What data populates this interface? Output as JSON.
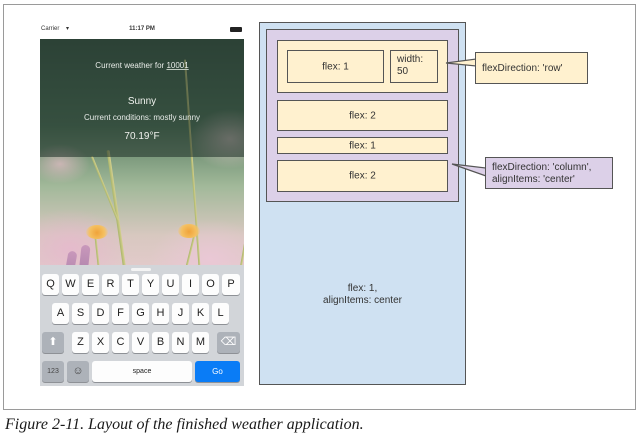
{
  "phone": {
    "status_bar": {
      "carrier": "Carrier",
      "wifi_icon": "wifi-icon",
      "time": "11:17 PM",
      "battery_icon": "battery-icon"
    },
    "weather": {
      "prompt_label": "Current weather for",
      "zip_value": "10001",
      "condition": "Sunny",
      "description": "Current conditions: mostly sunny",
      "temperature": "70.19°F"
    },
    "keyboard": {
      "row1": [
        "Q",
        "W",
        "E",
        "R",
        "T",
        "Y",
        "U",
        "I",
        "O",
        "P"
      ],
      "row2": [
        "A",
        "S",
        "D",
        "F",
        "G",
        "H",
        "J",
        "K",
        "L"
      ],
      "row3": [
        "Z",
        "X",
        "C",
        "V",
        "B",
        "N",
        "M"
      ],
      "shift_icon": "shift-icon",
      "delete_icon": "delete-icon",
      "numbers_label": "123",
      "emoji_icon": "emoji-icon",
      "space_label": "space",
      "go_label": "Go"
    }
  },
  "diagram": {
    "outer_label_line1": "flex: 1,",
    "outer_label_line2": "alignItems: center",
    "row_box": {
      "flex_child": "flex: 1",
      "fixed_child_line1": "width:",
      "fixed_child_line2": "50"
    },
    "flex2_top": "flex: 2",
    "flex1": "flex: 1",
    "flex2_bottom": "flex: 2",
    "callout_row": "flexDirection: 'row'",
    "callout_column_line1": "flexDirection: 'column',",
    "callout_column_line2": "alignItems: 'center'",
    "colors": {
      "outer": "#cfe1f2",
      "container": "#dcd0e8",
      "child": "#fff1cf",
      "border": "#555555"
    }
  },
  "caption": "Figure 2-11. Layout of the finished weather application."
}
